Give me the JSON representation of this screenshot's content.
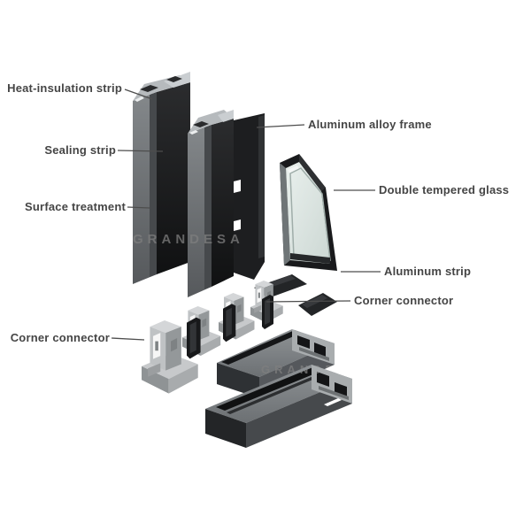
{
  "labels": {
    "heat_insulation": {
      "text": "Heat-insulation strip"
    },
    "sealing": {
      "text": "Sealing strip"
    },
    "surface": {
      "text": "Surface treatment"
    },
    "corner_left": {
      "text": "Corner connector"
    },
    "alloy_frame": {
      "text": "Aluminum alloy frame"
    },
    "tempered_glass": {
      "text": "Double tempered glass"
    },
    "aluminum_strip": {
      "text": "Aluminum strip"
    },
    "corner_right": {
      "text": "Corner connector"
    }
  },
  "watermark": {
    "text": "GRANDESA"
  },
  "diagram": {
    "type": "exploded-view",
    "parts": [
      "vertical-profile-left",
      "vertical-profile-right",
      "insulation-sheet",
      "glass-unit",
      "gasket-strip-1",
      "gasket-strip-2",
      "corner-bracket-1",
      "corner-bracket-2",
      "corner-bracket-3",
      "corner-bracket-4",
      "angle-gasket-1",
      "angle-gasket-2",
      "angle-gasket-3",
      "horizontal-profile-top",
      "horizontal-profile-bottom"
    ]
  },
  "colors": {
    "label_text": "#454545",
    "leader_line": "#4d4d4d",
    "profile_face": "#6e7275",
    "profile_side": "#1b1c1e",
    "profile_top": "#b6babd",
    "glass": "#dfe8e5",
    "bracket": "#c2c5c7",
    "watermark": "#7f7f7f",
    "background": "#ffffff"
  }
}
